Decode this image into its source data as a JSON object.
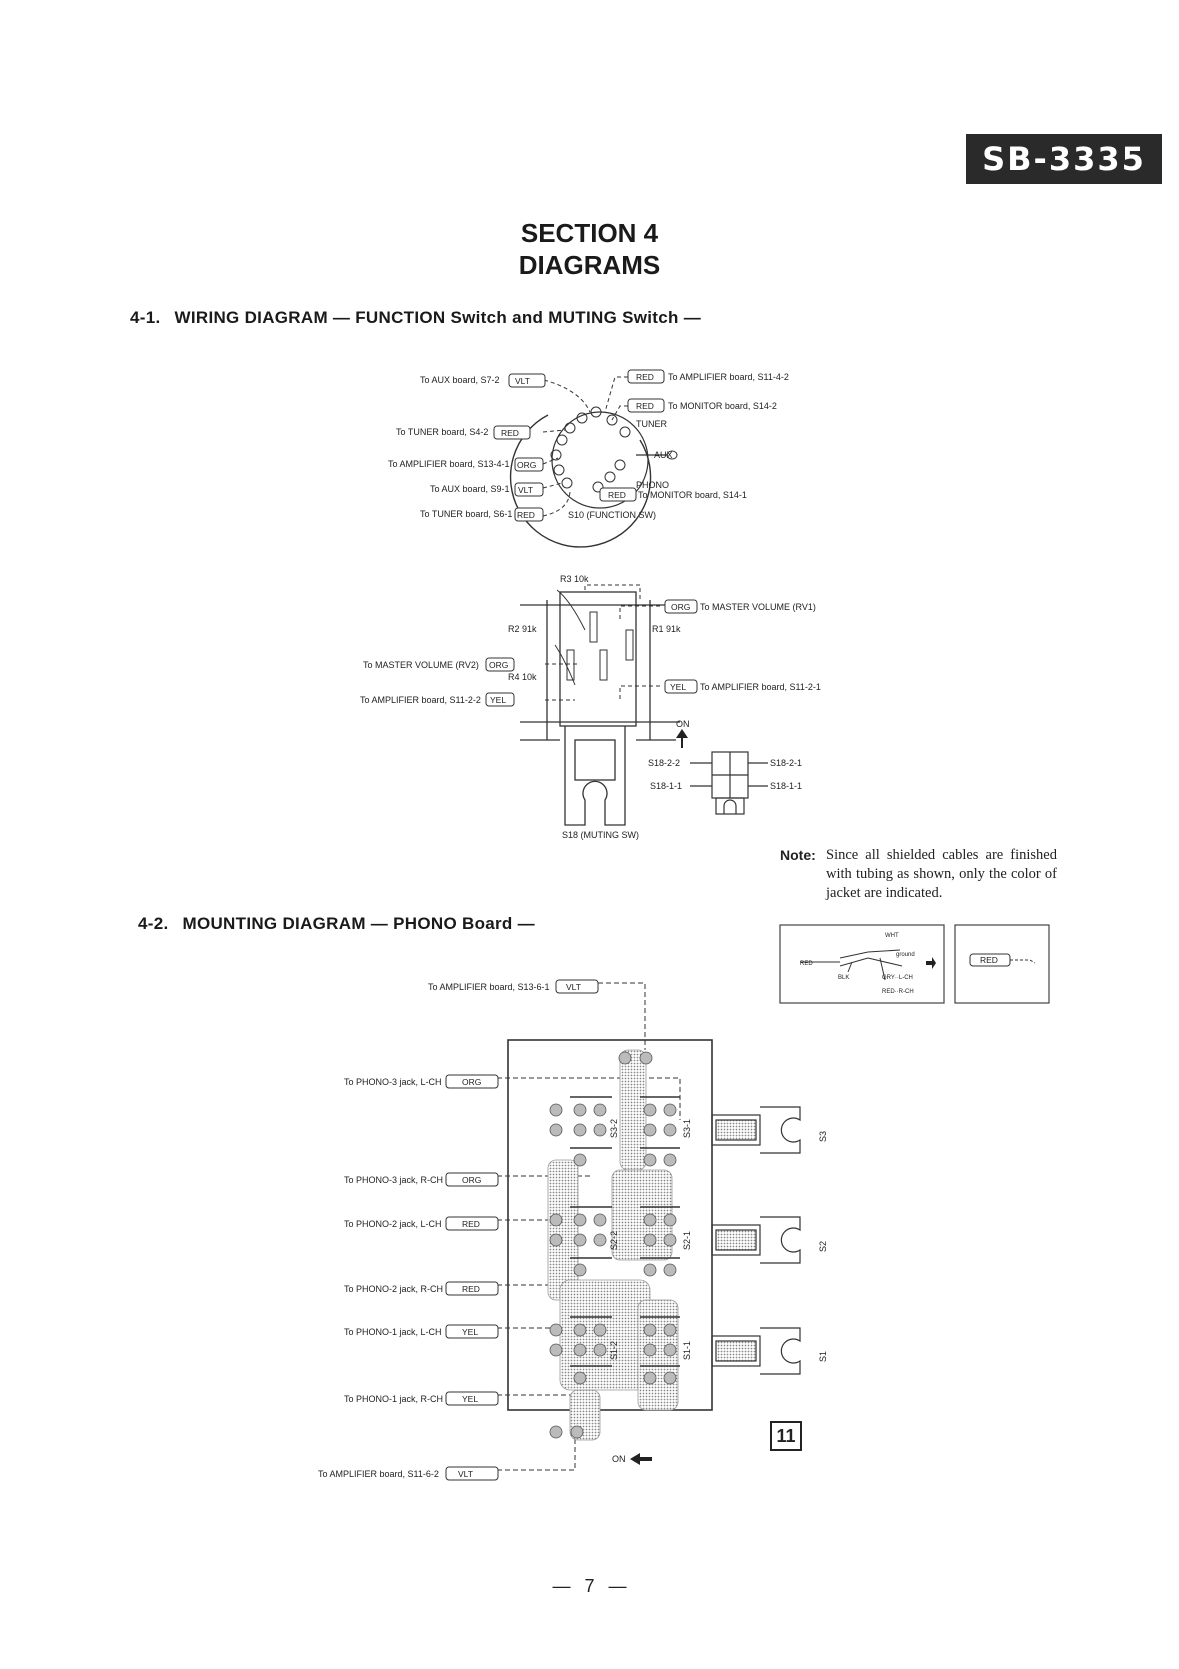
{
  "model": "SB-3335",
  "section": {
    "line1": "SECTION 4",
    "line2": "DIAGRAMS"
  },
  "heading_1": {
    "num": "4-1.",
    "text": "WIRING DIAGRAM — FUNCTION Switch and MUTING Switch —"
  },
  "heading_2": {
    "num": "4-2.",
    "text": "MOUNTING DIAGRAM — PHONO Board —"
  },
  "note": {
    "label": "Note:",
    "text": "Since all shielded cables are finished with tubing as shown, only the color of jacket are indicated."
  },
  "note_figure": {
    "wht": "WHT",
    "ground": "ground",
    "red": "RED",
    "blk": "BLK",
    "gry": "GRY··L-CH",
    "redr": "RED··R-CH",
    "tag": "RED"
  },
  "function_sw": {
    "left_labels": [
      {
        "text": "To AUX board, S7-2",
        "tag": "VLT"
      },
      {
        "text": "To TUNER board, S4-2",
        "tag": "RED"
      },
      {
        "text": "To AMPLIFIER board, S13-4-1",
        "tag": "ORG"
      },
      {
        "text": "To AUX board, S9-1",
        "tag": "VLT"
      },
      {
        "text": "To TUNER board, S6-1",
        "tag": "RED"
      }
    ],
    "right_labels": [
      {
        "text": "To AMPLIFIER board, S11-4-2",
        "tag": "RED"
      },
      {
        "text": "To MONITOR board, S14-2",
        "tag": "RED"
      },
      {
        "text": "To MONITOR board, S14-1",
        "tag": "RED"
      }
    ],
    "positions": [
      "TUNER",
      "AUX",
      "PHONO"
    ],
    "name": "S10 (FUNCTION SW)"
  },
  "muting_sw": {
    "r3": "R3 10k",
    "r2": "R2 91k",
    "r1": "R1 91k",
    "r4": "R4 10k",
    "left_labels": [
      {
        "text": "To MASTER VOLUME (RV2)",
        "tag": "ORG"
      },
      {
        "text": "To AMPLIFIER board, S11-2-2",
        "tag": "YEL"
      }
    ],
    "right_labels": [
      {
        "text": "To MASTER VOLUME (RV1)",
        "tag": "ORG"
      },
      {
        "text": "To AMPLIFIER board, S11-2-1",
        "tag": "YEL"
      }
    ],
    "on": "ON",
    "contacts": [
      "S18-2-2",
      "S18-1-1",
      "S18-2-1",
      "S18-1-1"
    ],
    "name": "S18 (MUTING SW)"
  },
  "phono_board": {
    "top_label": {
      "text": "To AMPLIFIER board, S13-6-1",
      "tag": "VLT"
    },
    "bottom_label": {
      "text": "To AMPLIFIER board, S11-6-2",
      "tag": "VLT"
    },
    "left_labels": [
      {
        "text": "To PHONO-3 jack, L-CH",
        "tag": "ORG"
      },
      {
        "text": "To PHONO-3 jack, R-CH",
        "tag": "ORG"
      },
      {
        "text": "To PHONO-2 jack, L-CH",
        "tag": "RED"
      },
      {
        "text": "To PHONO-2 jack, R-CH",
        "tag": "RED"
      },
      {
        "text": "To PHONO-1 jack, L-CH",
        "tag": "YEL"
      },
      {
        "text": "To PHONO-1 jack, R-CH",
        "tag": "YEL"
      }
    ],
    "switch_labels": [
      "S3-2",
      "S3-1",
      "S2-2",
      "S2-1",
      "S1-2",
      "S1-1"
    ],
    "side_switches": [
      "S3",
      "S2",
      "S1"
    ],
    "on": "ON",
    "board_num": "11"
  },
  "page_number": "7"
}
